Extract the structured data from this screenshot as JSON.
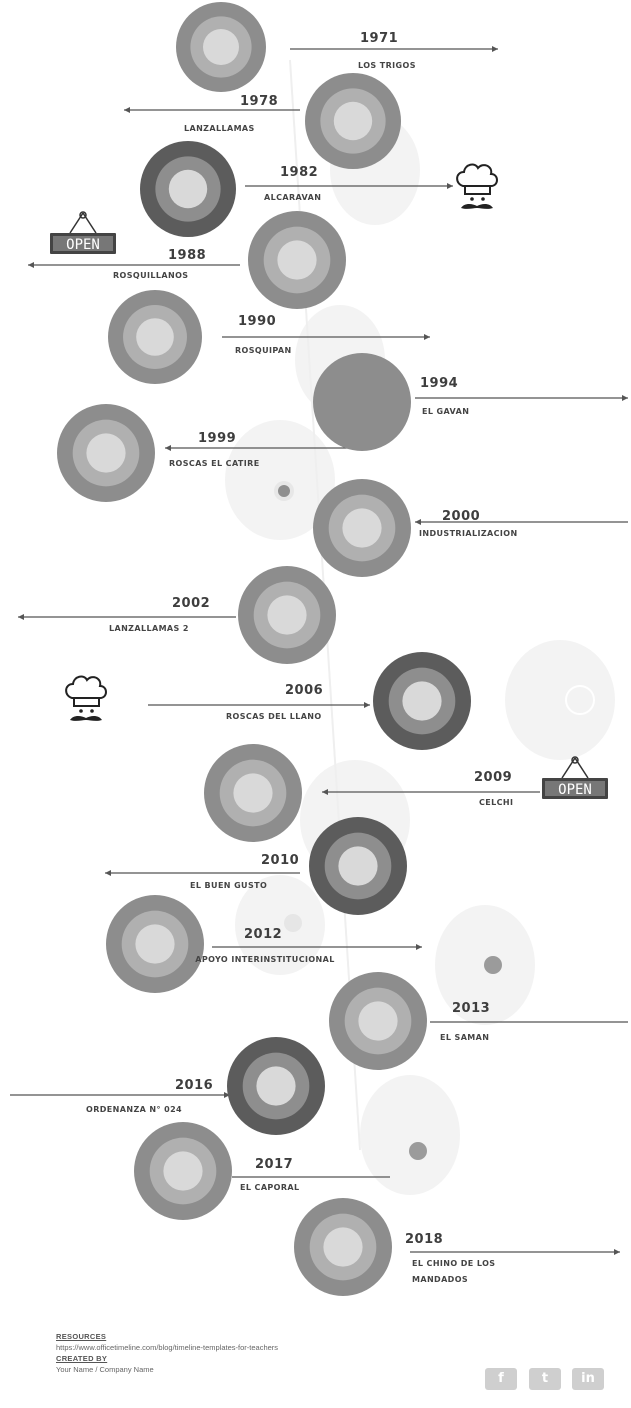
{
  "colors": {
    "ring_outer": "#8d8d8d",
    "ring_mid": "#b0b0b0",
    "ring_inner": "#d9d9d9",
    "ring_outer_dark": "#5c5c5c",
    "ring_mid_dark": "#8e8e8e",
    "connector": "#555555",
    "text": "#3e3e3e"
  },
  "events": [
    {
      "year": "1971",
      "name": "LOS TRIGOS"
    },
    {
      "year": "1978",
      "name": "LANZALLAMAS"
    },
    {
      "year": "1982",
      "name": "ALCARAVAN"
    },
    {
      "year": "1988",
      "name": "ROSQUILLANOS"
    },
    {
      "year": "1990",
      "name": "ROSQUIPAN"
    },
    {
      "year": "1994",
      "name": "EL GAVAN"
    },
    {
      "year": "1999",
      "name": "ROSCAS EL CATIRE"
    },
    {
      "year": "2000",
      "name": "INDUSTRIALIZACION"
    },
    {
      "year": "2002",
      "name": "LANZALLAMAS 2"
    },
    {
      "year": "2006",
      "name": "ROSCAS DEL LLANO"
    },
    {
      "year": "2009",
      "name": "CELCHI"
    },
    {
      "year": "2010",
      "name": "EL BUEN GUSTO"
    },
    {
      "year": "2012",
      "name": "APOYO INTERINSTITUCIONAL"
    },
    {
      "year": "2013",
      "name": "EL SAMAN"
    },
    {
      "year": "2016",
      "name": "ORDENANZA N° 024"
    },
    {
      "year": "2017",
      "name": "EL CAPORAL"
    },
    {
      "year": "2018",
      "name": "EL CHINO DE LOS MANDADOS"
    }
  ],
  "signs": {
    "open_text": "OPEN"
  },
  "footer": {
    "resources_label": "RESOURCES",
    "resources_url": "https://www.officetimeline.com/blog/timeline-templates-for-teachers",
    "created_label": "CREATED BY",
    "created_value": "Your Name / Company Name"
  },
  "social": {
    "facebook": "f",
    "twitter": "t",
    "linkedin": "in"
  }
}
